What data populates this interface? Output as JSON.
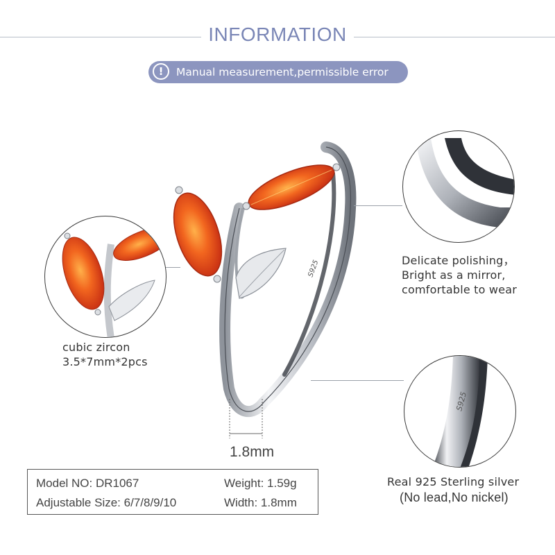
{
  "header": {
    "title": "INFORMATION",
    "notice": "Manual measurement,permissible error",
    "notice_icon": "!"
  },
  "details": {
    "zircon": {
      "line1": "cubic zircon",
      "line2": "3.5*7mm*2pcs"
    },
    "polish": {
      "line1": "Delicate polishing，",
      "line2": "Bright as a mirror,",
      "line3": "comfortable to wear"
    },
    "silver": {
      "line1": "Real 925 Sterling silver",
      "line2": "(No lead,No nickel)"
    }
  },
  "stamp": "S925",
  "dimension": "1.8mm",
  "specs": {
    "model": "Model NO: DR1067",
    "weight": "Weight: 1.59g",
    "size": "Adjustable Size: 6/7/8/9/10",
    "width": "Width: 1.8mm"
  },
  "colors": {
    "accent": "#8c95bf",
    "title": "#7a86b6",
    "gem": "#e0431c",
    "silver": "#c9ccd1"
  }
}
